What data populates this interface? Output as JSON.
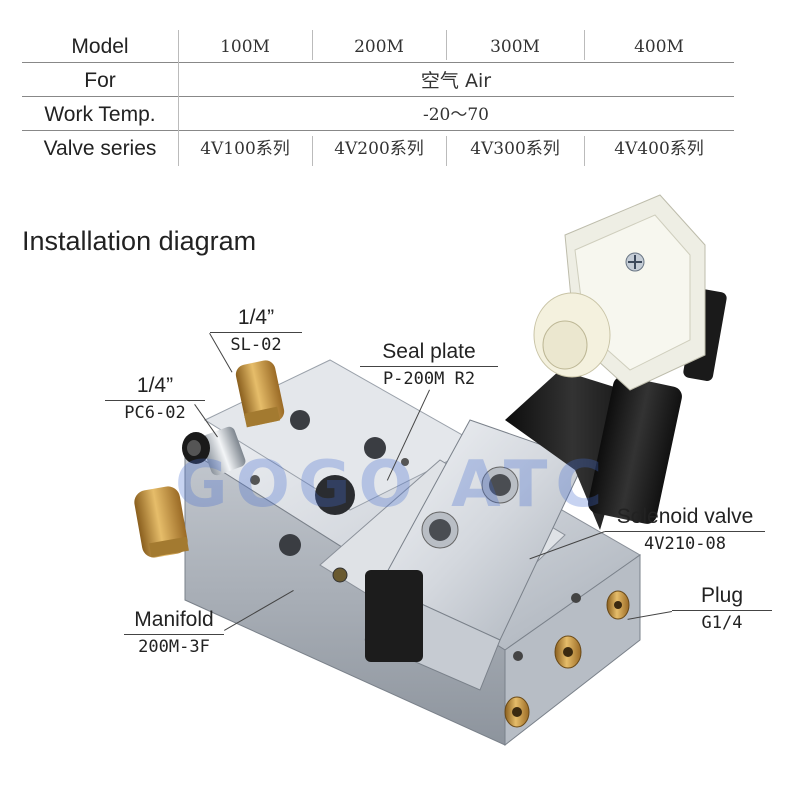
{
  "spec_table": {
    "rows": [
      {
        "label": "Model",
        "cells": [
          "100M",
          "200M",
          "300M",
          "400M"
        ]
      },
      {
        "label": "For",
        "span": "空气  Air"
      },
      {
        "label": "Work Temp.",
        "span": "-20～70"
      },
      {
        "label": "Valve series",
        "cells": [
          "4V100系列",
          "4V200系列",
          "4V300系列",
          "4V400系列"
        ]
      }
    ]
  },
  "diagram": {
    "title": "Installation diagram",
    "watermark": "GOGO ATC",
    "callouts": {
      "silencer": {
        "top": "1/4”",
        "bottom": "SL-02"
      },
      "fitting": {
        "top": "1/4”",
        "bottom": "PC6-02"
      },
      "seal_plate": {
        "top": "Seal plate",
        "bottom": "P-200M R2"
      },
      "solenoid": {
        "top": "Solenoid valve",
        "bottom": "4V210-08"
      },
      "plug": {
        "top": "Plug",
        "bottom": "G1/4"
      },
      "manifold": {
        "top": "Manifold",
        "bottom": "200M-3F"
      }
    }
  },
  "colors": {
    "aluminum": "#d4d8de",
    "brass": "#c89a45",
    "coil_black": "#1c1c1c",
    "connector": "#e8e6d6",
    "watermark": "#466ed2"
  }
}
